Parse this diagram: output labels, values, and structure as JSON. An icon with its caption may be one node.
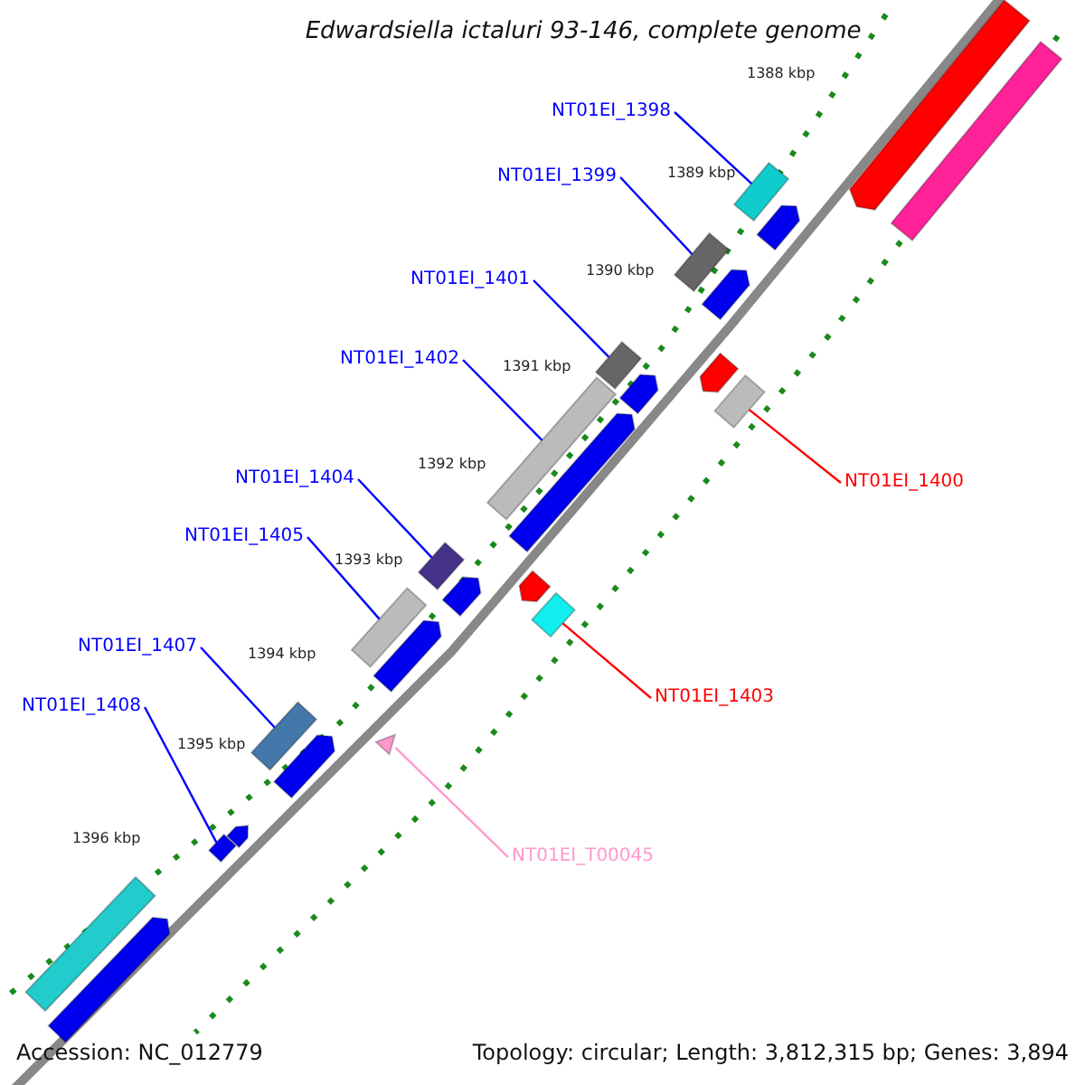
{
  "diagram": {
    "title": "Edwardsiella ictaluri 93-146, complete genome",
    "nodes": [
      {
        "text": [
          "NT01EI_1398"
        ]
      },
      {
        "text": [
          "NT01EI_1399"
        ]
      },
      {
        "text": [
          "NT01EI_1401"
        ]
      },
      {
        "text": [
          "NT01EI_1402"
        ]
      },
      {
        "text": [
          "NT01EI_1400"
        ]
      },
      {
        "text": [
          "NT01EI_1404"
        ]
      },
      {
        "text": [
          "NT01EI_1405"
        ]
      },
      {
        "text": [
          "NT01EI_1403"
        ]
      },
      {
        "text": [
          "NT01EI_1407"
        ]
      },
      {
        "text": [
          "NT01EI_1408"
        ]
      },
      {
        "text": [
          "NT01EI_T00045"
        ]
      },
      {
        "text": [],
        "shape": "bar"
      },
      {
        "text": [],
        "shape": "bar"
      },
      {
        "text": [],
        "shape": "bar"
      },
      {
        "text": [],
        "shape": "bar"
      },
      {
        "text": [],
        "shape": "bar"
      },
      {
        "text": [],
        "shape": "bar"
      },
      {
        "text": [],
        "shape": "bar"
      },
      {
        "text": [],
        "shape": "bar"
      },
      {
        "text": [],
        "shape": "bar"
      },
      {
        "text": [],
        "shape": "bar"
      },
      {
        "text": [],
        "shape": "triangle"
      },
      {
        "text": [],
        "shape": "bar"
      },
      {
        "text": [],
        "shape": "bar"
      },
      {
        "text": [],
        "shape": "bar"
      },
      {
        "text": [],
        "shape": "bar"
      },
      {
        "text": [],
        "shape": "bar"
      },
      {
        "text": [],
        "shape": "bar"
      },
      {
        "text": [],
        "shape": "bar"
      },
      {
        "text": [],
        "shape": "bar"
      },
      {
        "text": [],
        "shape": "bar"
      },
      {
        "text": [],
        "shape": "bar"
      },
      {
        "text": [],
        "shape": "bar"
      },
      {
        "text": [],
        "shape": "bar"
      },
      {
        "text": [],
        "shape": "bar"
      },
      {
        "text": [],
        "shape": "bar"
      }
    ],
    "edges": [
      {
        "from": 0,
        "to": 11,
        "arrow": "none"
      },
      {
        "from": 1,
        "to": 12,
        "arrow": "none"
      },
      {
        "from": 2,
        "to": 13,
        "arrow": "none"
      },
      {
        "from": 3,
        "to": 14,
        "arrow": "none"
      },
      {
        "from": 4,
        "to": 15,
        "arrow": "none",
        "color": "#ff0000"
      },
      {
        "from": 5,
        "to": 16,
        "arrow": "none"
      },
      {
        "from": 6,
        "to": 17,
        "arrow": "none"
      },
      {
        "from": 7,
        "to": 18,
        "arrow": "none",
        "color": "#ff0000"
      },
      {
        "from": 8,
        "to": 19,
        "arrow": "none"
      },
      {
        "from": 9,
        "to": 20,
        "arrow": "none"
      },
      {
        "from": 10,
        "to": 21,
        "arrow": "none",
        "color": "#ff99cc"
      }
    ],
    "labels": [
      "1388 kbp",
      "1389 kbp",
      "1390 kbp",
      "1391 kbp",
      "1392 kbp",
      "1393 kbp",
      "1394 kbp",
      "1395 kbp",
      "1396 kbp",
      "Accession: NC_012779",
      "Topology: circular; Length: 3,812,315 bp; Genes: 3,894"
    ]
  }
}
